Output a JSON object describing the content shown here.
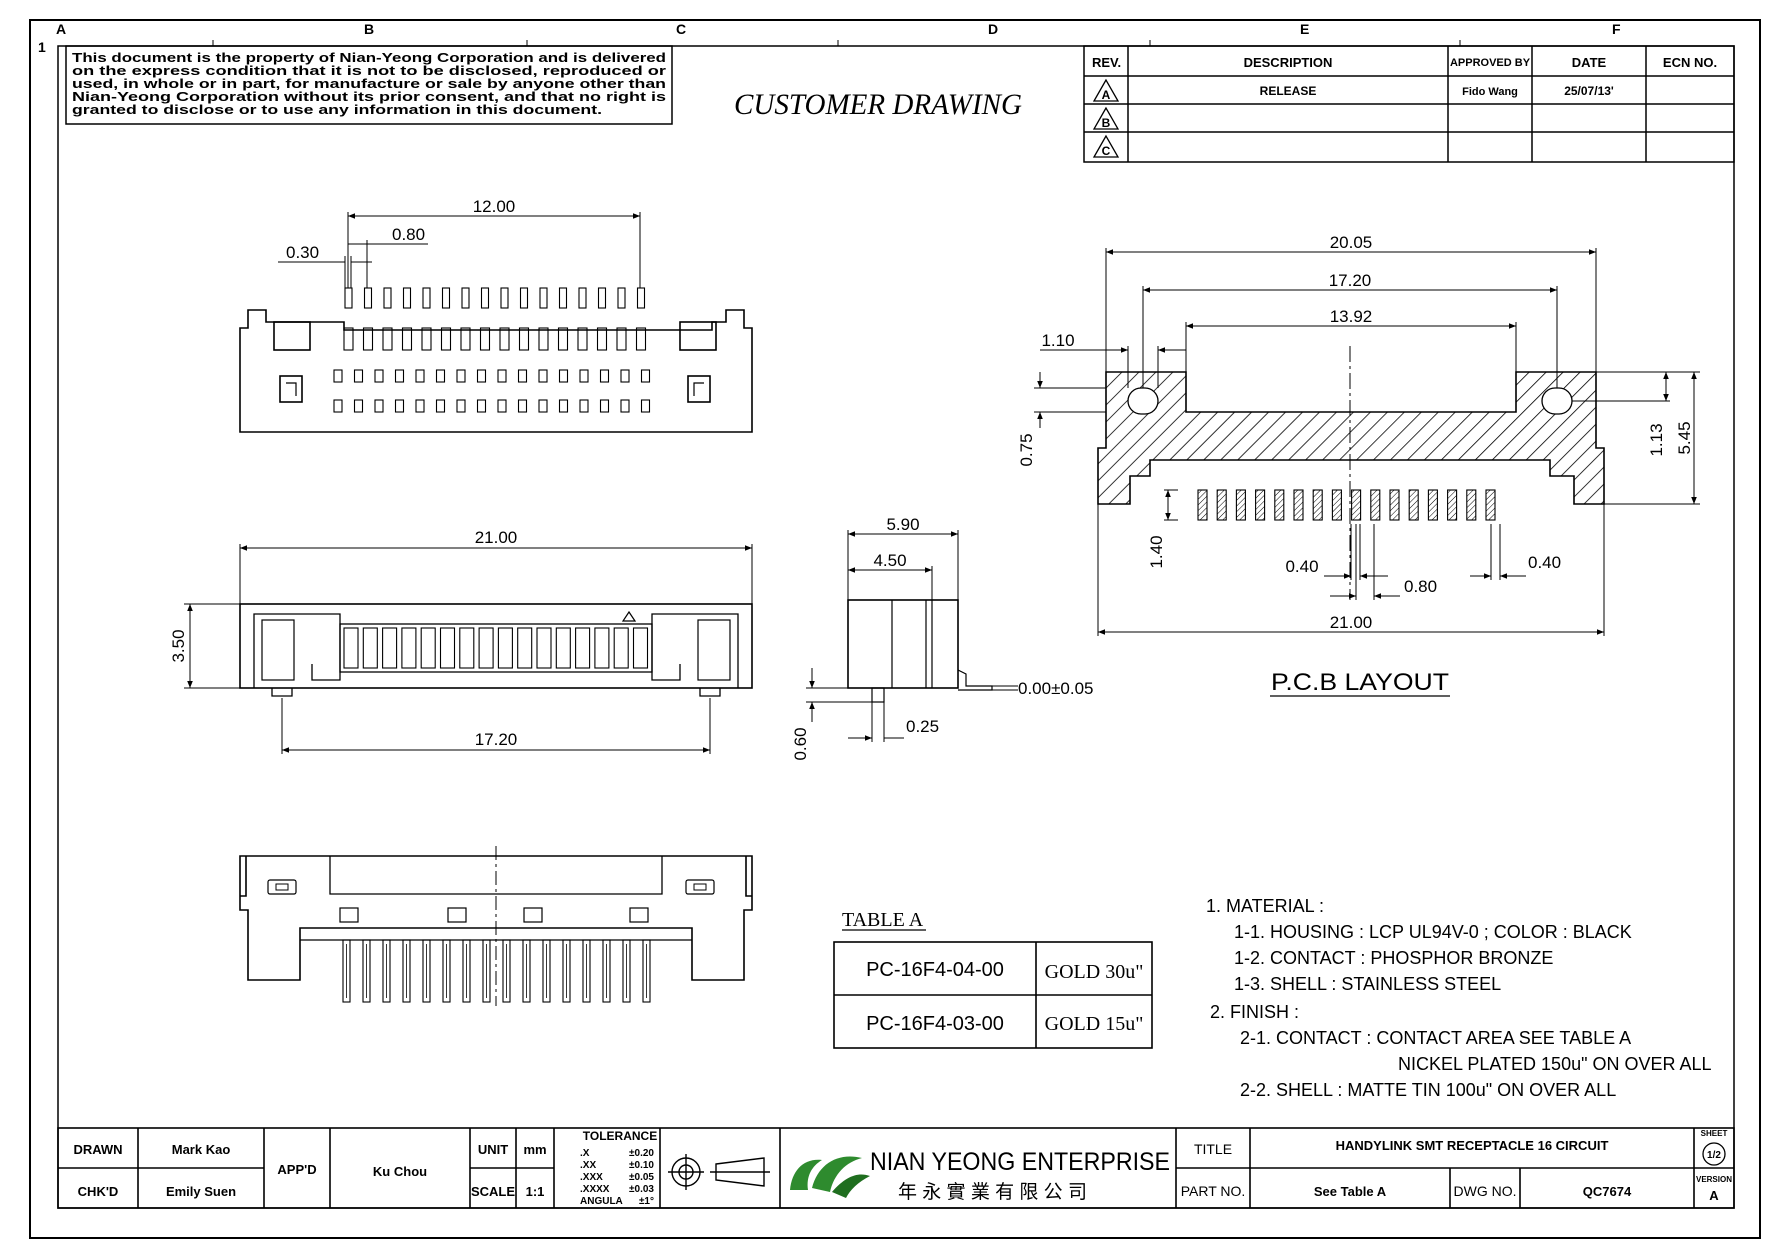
{
  "frame": {
    "columns": [
      "A",
      "B",
      "C",
      "D",
      "E",
      "F"
    ],
    "row_marker": "1"
  },
  "notice": [
    "This document is the property of Nian-Yeong Corporation and is delivered",
    "on the express condition that it is not to be disclosed, reproduced or",
    "used, in whole or in part, for manufacture or sale by anyone other than",
    "Nian-Yeong Corporation without its prior consent, and that no right is",
    "granted to disclose or to use any information in this document."
  ],
  "drawing_type": "CUSTOMER DRAWING",
  "revision_table": {
    "headers": {
      "rev": "REV.",
      "description": "DESCRIPTION",
      "approved": "APPROVED BY",
      "date": "DATE",
      "ecn": "ECN NO."
    },
    "rows": [
      {
        "rev": "A",
        "description": "RELEASE",
        "approved": "Fido Wang",
        "date": "25/07/13'",
        "ecn": ""
      },
      {
        "rev": "B",
        "description": "",
        "approved": "",
        "date": "",
        "ecn": ""
      },
      {
        "rev": "C",
        "description": "",
        "approved": "",
        "date": "",
        "ecn": ""
      }
    ]
  },
  "top_view": {
    "dim_overall_pins": "12.00",
    "dim_pitch": "0.80",
    "dim_pin_width": "0.30"
  },
  "front_view": {
    "dim_width": "21.00",
    "dim_height": "3.50",
    "dim_peg_spacing": "17.20"
  },
  "side_view": {
    "dim_depth": "5.90",
    "dim_body": "4.50",
    "dim_coplanarity": "0.00±0.05",
    "dim_lead": "0.25",
    "dim_standoff": "0.60"
  },
  "pcb_layout": {
    "title": "P.C.B LAYOUT",
    "dim_outer": "20.05",
    "dim_holes": "17.20",
    "dim_slot": "13.92",
    "dim_hole_dia": "1.10",
    "dim_step": "0.75",
    "dim_hole_y": "1.13",
    "dim_total_height": "5.45",
    "dim_pad_length": "1.40",
    "dim_pad_width": "0.40",
    "dim_pad_pitch": "0.80",
    "dim_pad_width_right": "0.40",
    "dim_width": "21.00"
  },
  "table_a": {
    "title": "TABLE A",
    "rows": [
      {
        "part": "PC-16F4-04-00",
        "plating": "GOLD 30u\""
      },
      {
        "part": "PC-16F4-03-00",
        "plating": "GOLD 15u\""
      }
    ]
  },
  "notes": [
    "1.  MATERIAL :",
    "1-1. HOUSING : LCP UL94V-0 ; COLOR : BLACK",
    "1-2. CONTACT : PHOSPHOR BRONZE",
    "1-3. SHELL : STAINLESS STEEL",
    "2.  FINISH :",
    "2-1. CONTACT : CONTACT AREA SEE TABLE A",
    "NICKEL PLATED 150u\" ON OVER ALL",
    "2-2. SHELL : MATTE TIN 100u\" ON OVER ALL"
  ],
  "title_block": {
    "drawn_label": "DRAWN",
    "drawn_by": "Mark Kao",
    "chkd_label": "CHK'D",
    "chkd_by": "Emily Suen",
    "appd_label": "APP'D",
    "appd_by": "Ku Chou",
    "unit_label": "UNIT",
    "unit_value": "mm",
    "scale_label": "SCALE",
    "scale_value": "1:1",
    "tolerance_title": "TOLERANCE",
    "tolerance": [
      {
        "k": ".X",
        "v": "±0.20"
      },
      {
        "k": ".XX",
        "v": "±0.10"
      },
      {
        "k": ".XXX",
        "v": "±0.05"
      },
      {
        "k": ".XXXX",
        "v": "±0.03"
      },
      {
        "k": "ANGULA",
        "v": "±1°"
      }
    ],
    "company_en": "NIAN YEONG ENTERPRISE",
    "company_zh": "年 永 實 業 有 限 公 司",
    "title_label": "TITLE",
    "title_value": "HANDYLINK SMT RECEPTACLE 16 CIRCUIT",
    "partno_label": "PART NO.",
    "partno_value": "See Table A",
    "dwgno_label": "DWG NO.",
    "dwgno_value": "QC7674",
    "sheet_label": "SHEET",
    "sheet_value": "1/2",
    "version_label": "VERSION",
    "version_value": "A"
  },
  "colors": {
    "logo_green": "#2e8b2e",
    "ink": "#000000"
  }
}
